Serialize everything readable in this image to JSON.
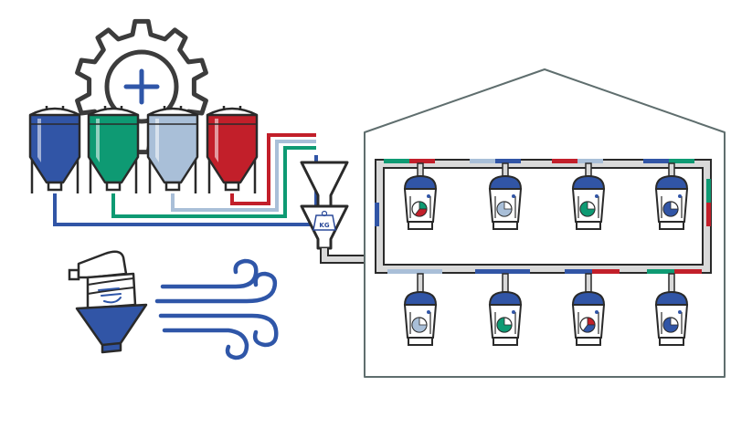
{
  "weigh_hopper": {
    "label": "KG"
  },
  "colors": {
    "outline": "#2a2a2a",
    "gear": "#3c3c3c",
    "plus": "#2f56a8",
    "blue": "#3155a6",
    "green": "#0e9a73",
    "lightblue": "#a9bfd8",
    "red": "#c21f2a",
    "pipe": "#d9d9d9",
    "building": "#5f6e6e",
    "wind": "#2f56a8"
  },
  "silos": [
    {
      "name": "silo-blue",
      "color": "blue"
    },
    {
      "name": "silo-green",
      "color": "green"
    },
    {
      "name": "silo-lightblue",
      "color": "lightblue"
    },
    {
      "name": "silo-red",
      "color": "red"
    }
  ],
  "top_row_feeders": [
    {
      "pie": [
        "green",
        "red"
      ]
    },
    {
      "pie": [
        "lightblue"
      ]
    },
    {
      "pie": [
        "green"
      ]
    },
    {
      "pie": [
        "blue"
      ]
    }
  ],
  "bottom_row_feeders": [
    {
      "pie": [
        "lightblue"
      ]
    },
    {
      "pie": [
        "green"
      ]
    },
    {
      "pie": [
        "red",
        "blue"
      ]
    },
    {
      "pie": [
        "blue"
      ]
    }
  ]
}
